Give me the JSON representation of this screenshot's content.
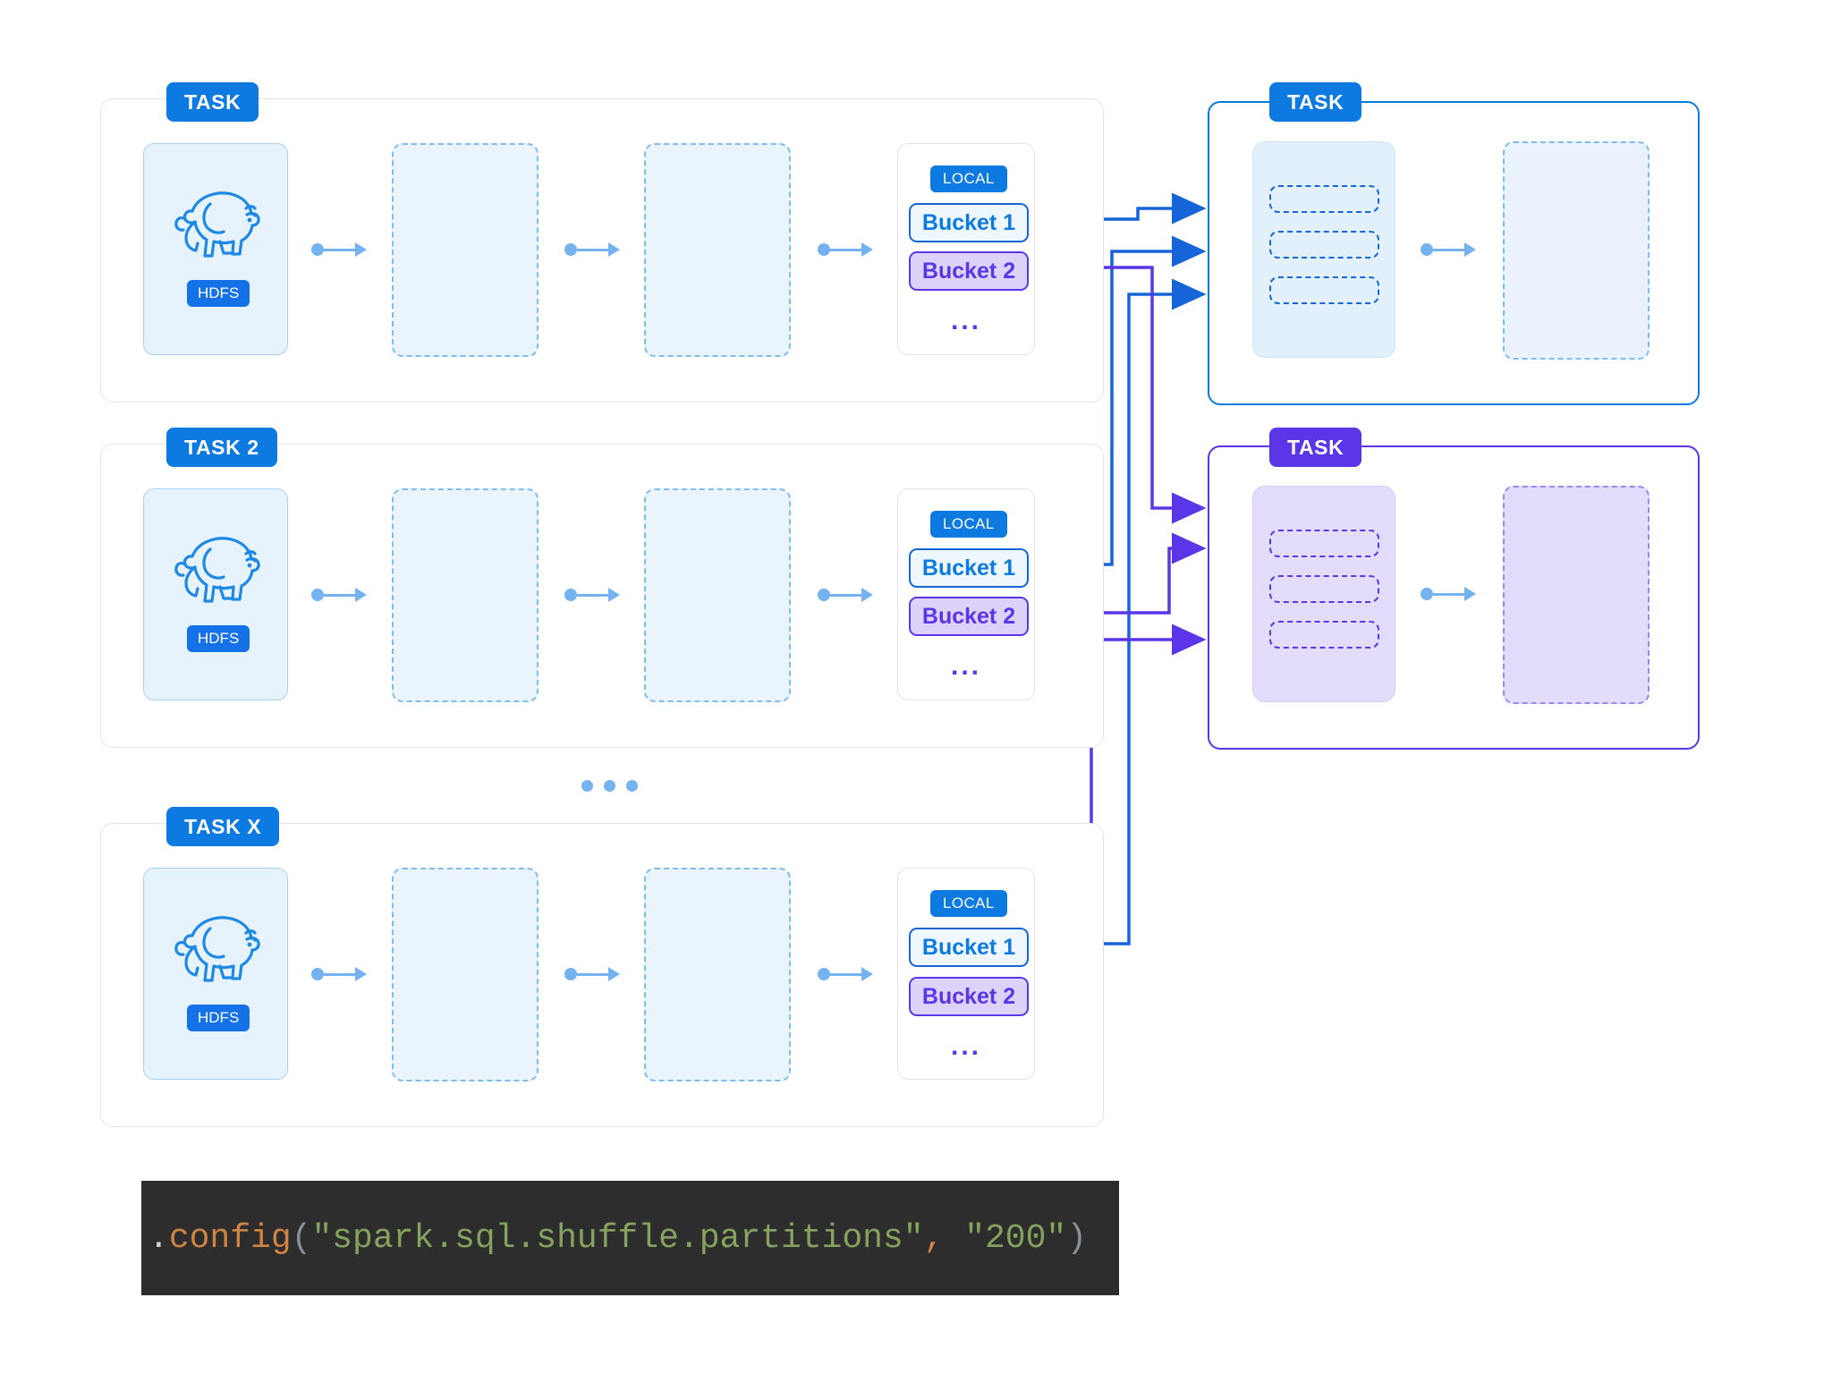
{
  "diagram": {
    "title": "Spark shuffle partitions diagram",
    "colors": {
      "blue": "#0c7ae0",
      "blue_dark": "#1565d8",
      "purple": "#5b35e8",
      "arrow_light_blue": "#74b3ef",
      "panel_blue_fill": "#e6f2fc",
      "panel_purple_fill": "#e4dcfb",
      "container_border": "#e3e4e8",
      "code_bg": "#2d2d2d"
    },
    "source_tasks": [
      {
        "badge": "TASK",
        "storage": {
          "icon": "hadoop-elephant-icon",
          "label": "HDFS"
        },
        "stages": [
          "stage-1-dashed",
          "stage-2-dashed"
        ],
        "local": {
          "badge": "LOCAL",
          "buckets": [
            {
              "label": "Bucket 1",
              "color": "blue"
            },
            {
              "label": "Bucket 2",
              "color": "purple"
            }
          ],
          "more": "..."
        }
      },
      {
        "badge": "TASK 2",
        "storage": {
          "icon": "hadoop-elephant-icon",
          "label": "HDFS"
        },
        "stages": [
          "stage-1-dashed",
          "stage-2-dashed"
        ],
        "local": {
          "badge": "LOCAL",
          "buckets": [
            {
              "label": "Bucket 1",
              "color": "blue"
            },
            {
              "label": "Bucket 2",
              "color": "purple"
            }
          ],
          "more": "..."
        }
      },
      {
        "badge": "TASK X",
        "storage": {
          "icon": "hadoop-elephant-icon",
          "label": "HDFS"
        },
        "stages": [
          "stage-1-dashed",
          "stage-2-dashed"
        ],
        "local": {
          "badge": "LOCAL",
          "buckets": [
            {
              "label": "Bucket 1",
              "color": "blue"
            },
            {
              "label": "Bucket 2",
              "color": "purple"
            }
          ],
          "more": "..."
        }
      }
    ],
    "divider": {
      "symbol": "three-dots"
    },
    "target_tasks": [
      {
        "badge": "TASK",
        "color": "blue",
        "input_rows": 3,
        "output": "result-panel"
      },
      {
        "badge": "TASK",
        "color": "purple",
        "input_rows": 3,
        "output": "result-panel"
      }
    ],
    "code": {
      "dot": ".",
      "fn": "config",
      "open_paren": "(",
      "arg1": "\"spark.sql.shuffle.partitions\"",
      "comma": ",",
      "arg2": "\"200\"",
      "close_paren": ")"
    }
  }
}
